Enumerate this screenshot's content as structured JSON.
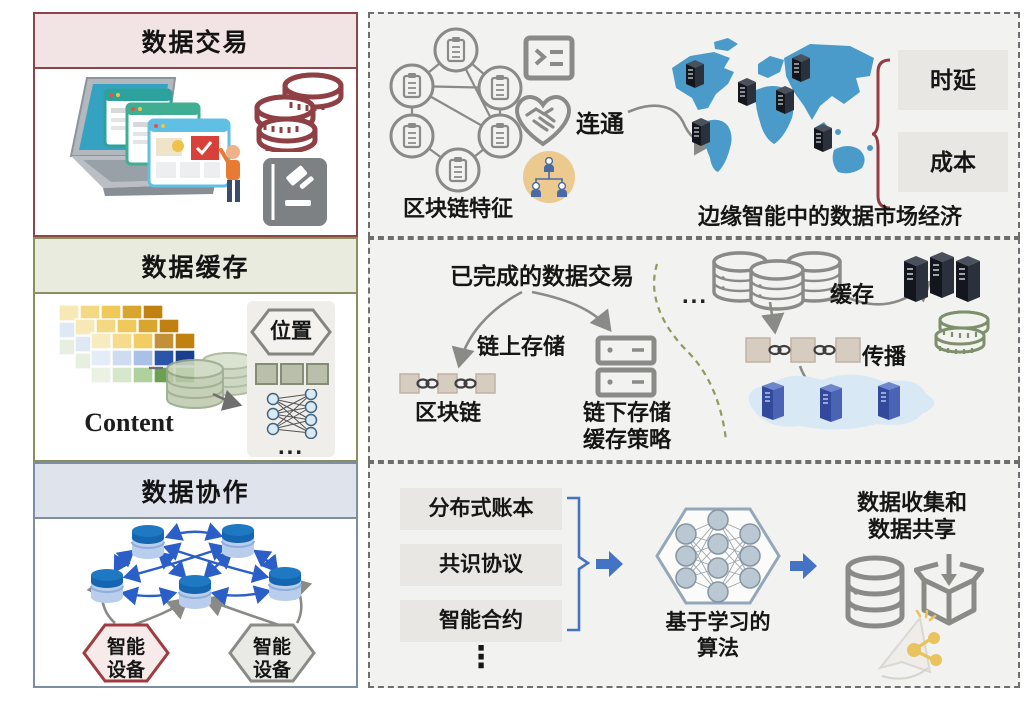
{
  "panels": {
    "trading": {
      "title": "数据交易"
    },
    "caching": {
      "title": "数据缓存",
      "content": "Content",
      "location": "位置",
      "dots": "..."
    },
    "collaboration": {
      "title": "数据协作",
      "device_left": "智能设备",
      "device_right": "智能设备"
    },
    "market": {
      "features": "区块链特征",
      "connect": "连通",
      "caption": "边缘智能中的数据市场经济",
      "latency": "时延",
      "cost": "成本"
    },
    "storage": {
      "title": "已完成的数据交易",
      "onchain": "链上存储",
      "blockchain": "区块链",
      "offchain1": "链下存储",
      "offchain2": "缓存策略",
      "dots": "...",
      "cache": "缓存",
      "propagate": "传播"
    },
    "learning": {
      "items": [
        "分布式账本",
        "共识协议",
        "智能合约"
      ],
      "vdots": "⋮",
      "algorithm1": "基于学习的",
      "algorithm2": "算法",
      "output1": "数据收集和",
      "output2": "数据共享"
    }
  },
  "colors": {
    "trading_accent": "#8e4449",
    "trading_header": "#f2e4e4",
    "caching_accent": "#8b8f5e",
    "caching_header": "#e9ebdf",
    "collab_accent": "#7d8ea4",
    "collab_header": "#dfe4ec",
    "map_blue": "#4a9bca",
    "arrow_blue": "#4472c4",
    "network_blue": "#2b5fc7",
    "maroon": "#8f4045",
    "olive_dash": "#8c9b5e"
  }
}
